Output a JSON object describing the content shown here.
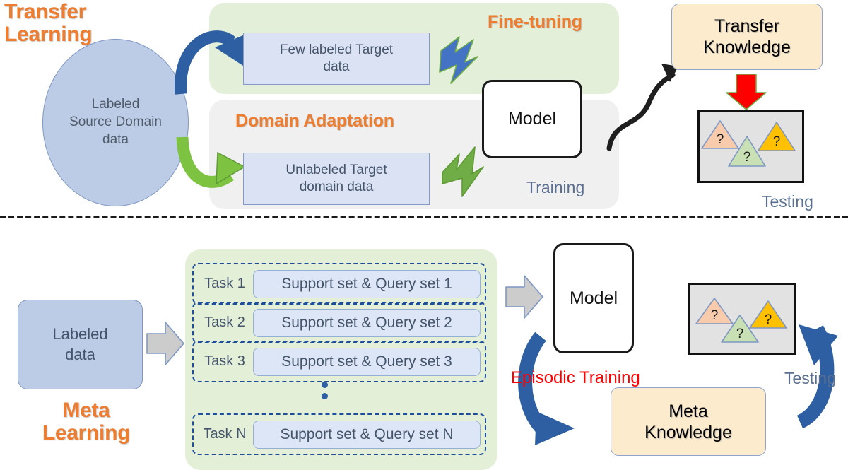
{
  "diagram": {
    "title_top": "Transfer Learning",
    "title_bottom": "Meta Learning",
    "divider": "dashed-horizontal-divider"
  },
  "colors": {
    "accent_orange": "#ED7D31",
    "panel_green": "#E3EFD9",
    "panel_gray": "#F0F0F0",
    "box_blue": "#DAE2F3",
    "ellipse_blue": "#BDCCE6",
    "knowledge_cream": "#FCEBCD",
    "arrow_blue": "#3A6DB5",
    "arrow_green": "#70AD47",
    "arrow_red": "#FF0000",
    "arrow_gray": "#C9C9C9",
    "text_slate": "#44546A",
    "episodic_red": "#FF0000"
  },
  "top": {
    "heading_line1": "Transfer",
    "heading_line2": "Learning",
    "source": {
      "line1": "Labeled",
      "line2": "Source Domain",
      "line3": "data"
    },
    "finetuning": {
      "title": "Fine-tuning",
      "box_line1": "Few labeled Target",
      "box_line2": "data"
    },
    "domain_adaptation": {
      "title": "Domain Adaptation",
      "box_line1": "Unlabeled Target",
      "box_line2": "domain data"
    },
    "model_label": "Model",
    "training_label": "Training",
    "testing_label": "Testing",
    "transfer_knowledge": {
      "line1": "Transfer",
      "line2": "Knowledge"
    },
    "test_items": [
      {
        "name": "triangle-orange",
        "fill": "#F7CBAC",
        "mark": "?"
      },
      {
        "name": "triangle-yellow",
        "fill": "#FFC000",
        "mark": "?"
      },
      {
        "name": "triangle-green",
        "fill": "#C9E0B4",
        "mark": "?"
      }
    ]
  },
  "bottom": {
    "heading_line1": "Meta",
    "heading_line2": "Learning",
    "labeled_data": {
      "line1": "Labeled",
      "line2": "data"
    },
    "tasks": [
      {
        "label": "Task 1",
        "set": "Support set & Query set 1"
      },
      {
        "label": "Task 2",
        "set": "Support set & Query set 2"
      },
      {
        "label": "Task 3",
        "set": "Support set & Query set 3"
      },
      {
        "label": "Task N",
        "set": "Support set & Query set N"
      }
    ],
    "ellipsis": "vertical-dots",
    "model_label": "Model",
    "episodic_training_label": "Episodic Training",
    "testing_label": "Testing",
    "meta_knowledge": {
      "line1": "Meta",
      "line2": "Knowledge"
    },
    "test_items": [
      {
        "name": "triangle-orange",
        "fill": "#F7CBAC",
        "mark": "?"
      },
      {
        "name": "triangle-yellow",
        "fill": "#FFC000",
        "mark": "?"
      },
      {
        "name": "triangle-green",
        "fill": "#C9E0B4",
        "mark": "?"
      }
    ]
  }
}
